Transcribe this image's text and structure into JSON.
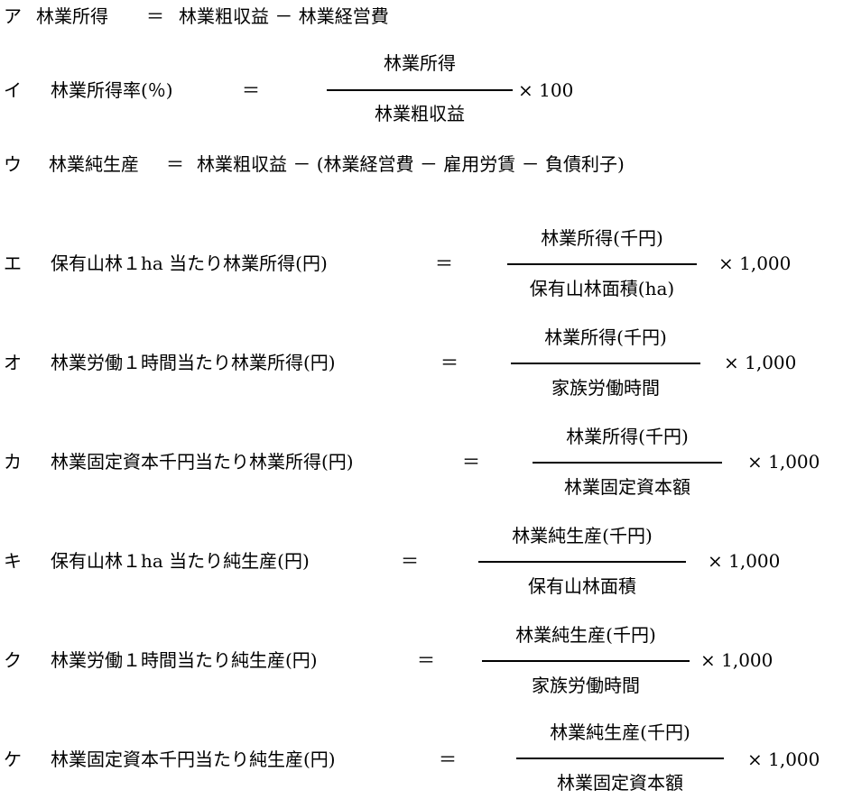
{
  "formulas": [
    {
      "marker": "ア",
      "lhs": "林業所得",
      "eq": "＝",
      "rhs": "林業粗収益 － 林業経営費"
    },
    {
      "marker": "イ",
      "lhs": "林業所得率(％)",
      "eq": "＝",
      "numerator": "林業所得",
      "denominator": "林業粗収益",
      "multiplier": "× 100"
    },
    {
      "marker": "ウ",
      "lhs": "林業純生産",
      "eq": "＝",
      "rhs": "林業粗収益 － (林業経営費 － 雇用労賃 － 負債利子)"
    },
    {
      "marker": "エ",
      "lhs": "保有山林１ha 当たり林業所得(円)",
      "eq": "＝",
      "numerator": "林業所得(千円)",
      "denominator": "保有山林面積(ha)",
      "multiplier": "× 1,000"
    },
    {
      "marker": "オ",
      "lhs": "林業労働１時間当たり林業所得(円)",
      "eq": "＝",
      "numerator": "林業所得(千円)",
      "denominator": "家族労働時間",
      "multiplier": "× 1,000"
    },
    {
      "marker": "カ",
      "lhs": "林業固定資本千円当たり林業所得(円)",
      "eq": "＝",
      "numerator": "林業所得(千円)",
      "denominator": "林業固定資本額",
      "multiplier": "× 1,000"
    },
    {
      "marker": "キ",
      "lhs": "保有山林１ha 当たり純生産(円)",
      "eq": "＝",
      "numerator": "林業純生産(千円)",
      "denominator": "保有山林面積",
      "multiplier": "× 1,000"
    },
    {
      "marker": "ク",
      "lhs": "林業労働１時間当たり純生産(円)",
      "eq": "＝",
      "numerator": "林業純生産(千円)",
      "denominator": "家族労働時間",
      "multiplier": "× 1,000"
    },
    {
      "marker": "ケ",
      "lhs": "林業固定資本千円当たり純生産(円)",
      "eq": "＝",
      "numerator": "林業純生産(千円)",
      "denominator": "林業固定資本額",
      "multiplier": "× 1,000"
    }
  ]
}
